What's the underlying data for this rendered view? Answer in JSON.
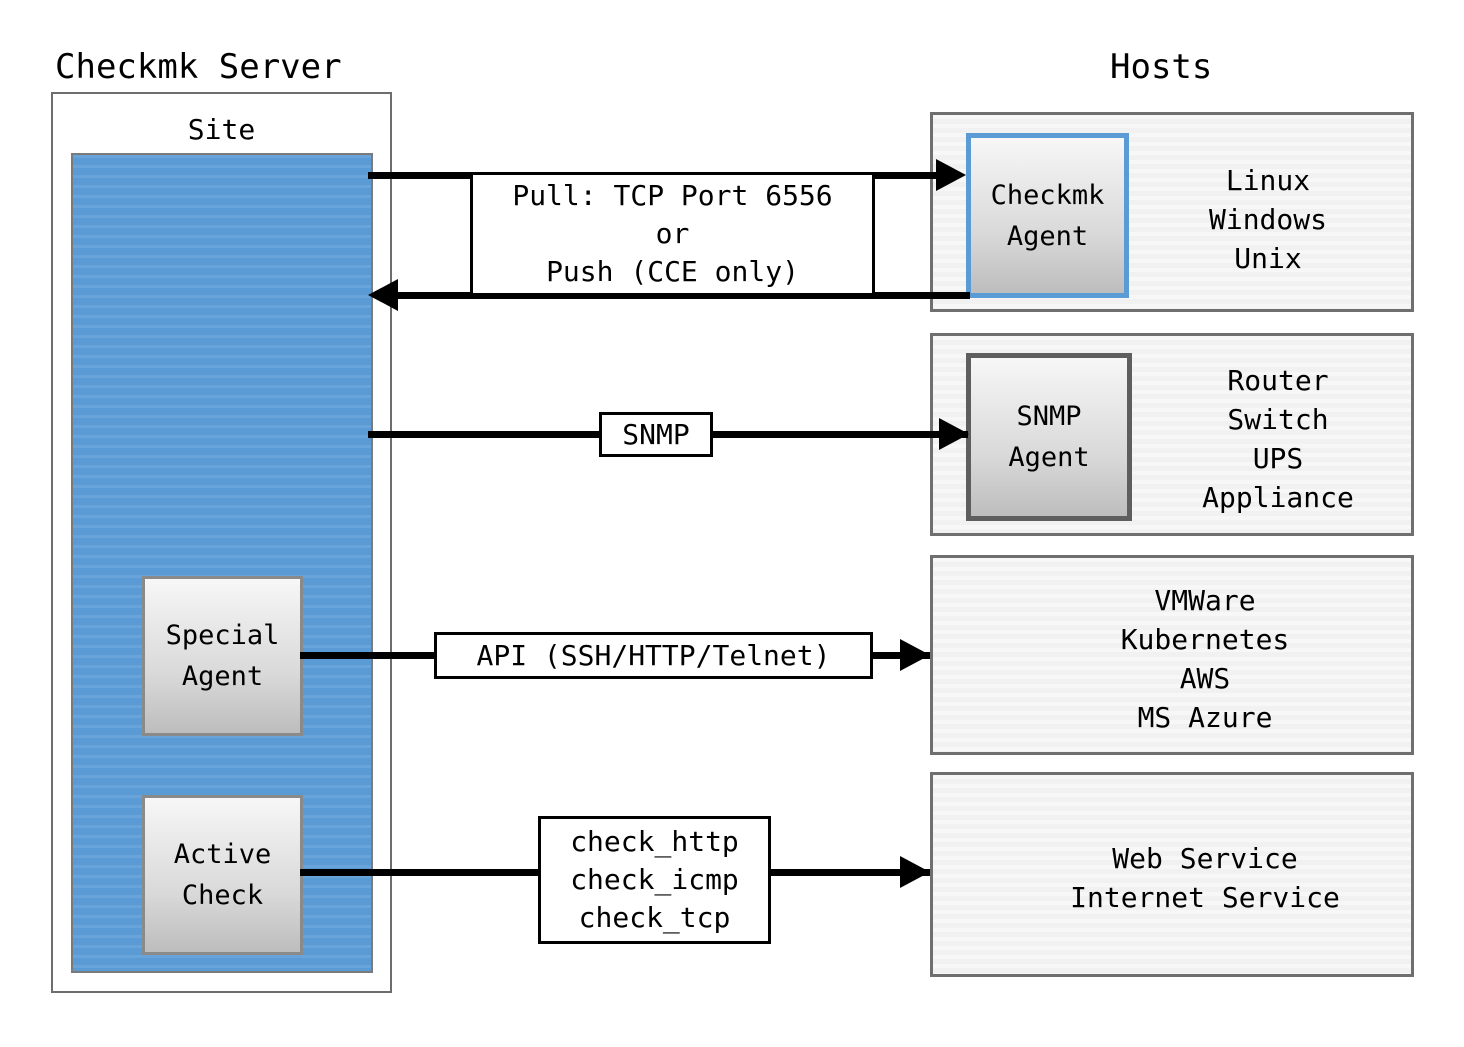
{
  "headings": {
    "server": "Checkmk Server",
    "hosts": "Hosts"
  },
  "site": {
    "label": "Site",
    "blue_color": "#5b9bd5",
    "components": [
      {
        "name": "special-agent",
        "lines": [
          "Special",
          "Agent"
        ]
      },
      {
        "name": "active-check",
        "lines": [
          "Active",
          "Check"
        ]
      }
    ]
  },
  "components": {
    "special_agent_line1": "Special",
    "special_agent_line2": "Agent",
    "active_check_line1": "Active",
    "active_check_line2": "Check",
    "checkmk_agent_line1": "Checkmk",
    "checkmk_agent_line2": "Agent",
    "snmp_agent_line1": "SNMP",
    "snmp_agent_line2": "Agent"
  },
  "connections": [
    {
      "id": "agent-pull-push",
      "label": "Pull: TCP Port 6556\nor\nPush (CCE only)",
      "label_lines": [
        "Pull: TCP Port 6556",
        "or",
        "Push (CCE only)"
      ],
      "direction": "bidirectional"
    },
    {
      "id": "snmp",
      "label": "SNMP",
      "direction": "right"
    },
    {
      "id": "api",
      "label": "API (SSH/HTTP/Telnet)",
      "direction": "right"
    },
    {
      "id": "active-checks",
      "label": "check_http\ncheck_icmp\ncheck_tcp",
      "label_lines": [
        "check_http",
        "check_icmp",
        "check_tcp"
      ],
      "direction": "right"
    }
  ],
  "host_panels": [
    {
      "id": "host-panel-1",
      "agent": "Checkmk Agent",
      "agent_border_color": "#5b9bd5",
      "systems": "Linux\nWindows\nUnix"
    },
    {
      "id": "host-panel-2",
      "agent": "SNMP Agent",
      "agent_border_color": "#5e5e5e",
      "systems": "Router\nSwitch\nUPS\nAppliance"
    },
    {
      "id": "host-panel-3",
      "agent": null,
      "systems": "VMWare\nKubernetes\nAWS\nMS Azure"
    },
    {
      "id": "host-panel-4",
      "agent": null,
      "systems": "Web Service\nInternet Service"
    }
  ],
  "labels": {
    "agent_pull_push_l1": "Pull: TCP Port 6556",
    "agent_pull_push_l2": "or",
    "agent_pull_push_l3": "Push (CCE only)",
    "snmp": "SNMP",
    "api": "API (SSH/HTTP/Telnet)",
    "checks_l1": "check_http",
    "checks_l2": "check_icmp",
    "checks_l3": "check_tcp"
  },
  "host_systems": {
    "panel1": "Linux\nWindows\nUnix",
    "panel2": "Router\nSwitch\nUPS\nAppliance",
    "panel3": "VMWare\nKubernetes\nAWS\nMS Azure",
    "panel4": "Web Service\nInternet Service"
  }
}
